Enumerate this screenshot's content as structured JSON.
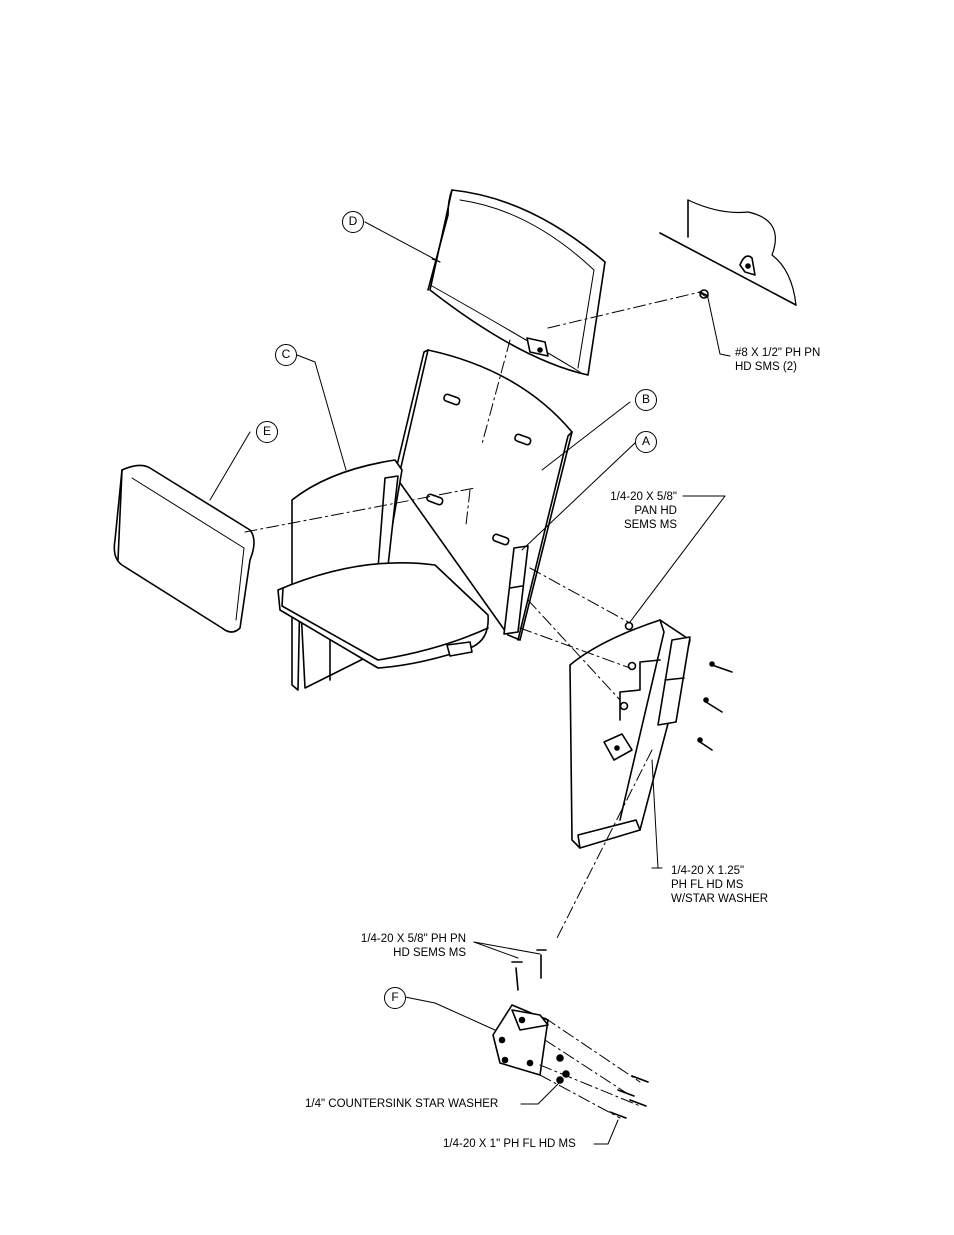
{
  "callouts": {
    "A": "A",
    "B": "B",
    "C": "C",
    "D": "D",
    "E": "E",
    "F": "F"
  },
  "labels": {
    "sms_screw": "#8 X 1/2\" PH PN\nHD SMS (2)",
    "pan_hd_sems": "1/4-20 X 5/8\"\nPAN HD\nSEMS MS",
    "fl_hd_star": "1/4-20 X 1.25\"\nPH FL HD MS\nW/STAR WASHER",
    "pn_hd_sems": "1/4-20 X 5/8\" PH PN\nHD SEMS MS",
    "countersink_washer": "1/4\" COUNTERSINK STAR WASHER",
    "fl_hd_1in": "1/4-20 X 1\" PH FL HD MS"
  },
  "colors": {
    "line": "#000000",
    "background": "#ffffff"
  }
}
